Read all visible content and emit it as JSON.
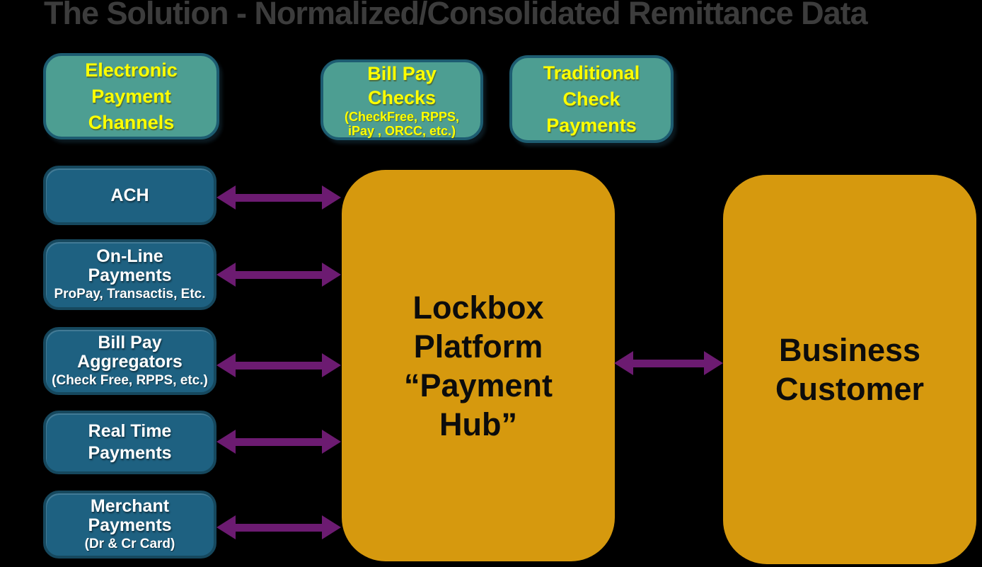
{
  "title": "The Solution - Normalized/Consolidated Remittance Data",
  "colors": {
    "background": "#000000",
    "title_gray": "#3c3c3c",
    "teal_fill": "#4d9e92",
    "teal_border": "#1d5c71",
    "yellow": "#ffff00",
    "blue_fill": "#1e6181",
    "blue_border": "#16485e",
    "orange": "#d6990e",
    "purple": "#6c1b71",
    "black_text": "#0c0c0c"
  },
  "header_boxes": [
    {
      "name": "electronic-payment-channels",
      "lines": [
        "Electronic",
        "Payment",
        "Channels"
      ]
    },
    {
      "name": "bill-pay-checks",
      "lines": [
        "Bill Pay",
        "Checks"
      ],
      "sublines": [
        "(CheckFree, RPPS,",
        "iPay , ORCC, etc.)"
      ]
    },
    {
      "name": "traditional-check-payments",
      "lines": [
        "Traditional",
        "Check",
        "Payments"
      ]
    }
  ],
  "channel_boxes": [
    {
      "name": "ach",
      "lines": [
        "ACH"
      ]
    },
    {
      "name": "online-payments",
      "lines": [
        "On-Line",
        "Payments"
      ],
      "sublines": [
        "ProPay, Transactis, Etc."
      ]
    },
    {
      "name": "bill-pay-aggregators",
      "lines": [
        "Bill Pay",
        "Aggregators"
      ],
      "sublines": [
        "(Check Free, RPPS, etc.)"
      ]
    },
    {
      "name": "real-time-payments",
      "lines": [
        "Real Time",
        "Payments"
      ]
    },
    {
      "name": "merchant-payments",
      "lines": [
        "Merchant",
        "Payments"
      ],
      "sublines": [
        "(Dr & Cr Card)"
      ]
    }
  ],
  "hub": {
    "name": "lockbox-platform-payment-hub",
    "lines": [
      "Lockbox",
      "Platform",
      "“Payment",
      "Hub”"
    ]
  },
  "business": {
    "name": "business-customer",
    "lines": [
      "Business",
      "Customer"
    ]
  },
  "connectors": {
    "style": "double-headed-arrow",
    "color": "#6c1b71",
    "count": 6
  }
}
